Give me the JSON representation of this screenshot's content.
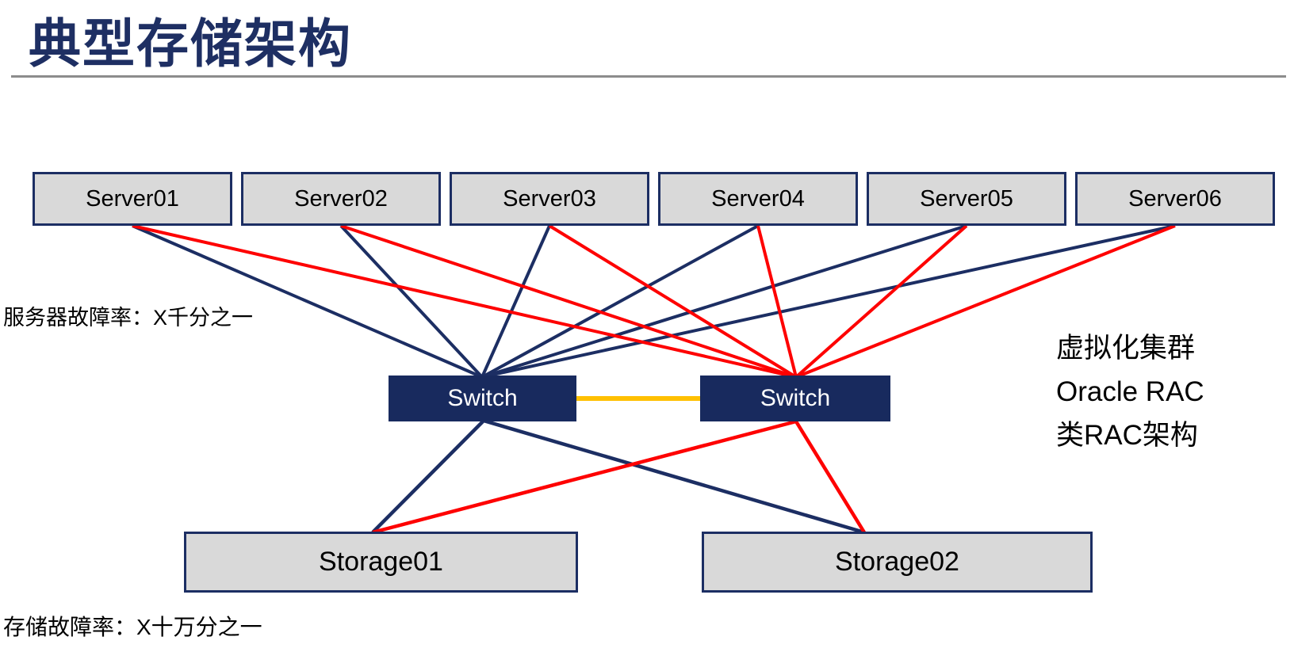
{
  "title": "典型存储架构",
  "colors": {
    "navy": "#1c2e63",
    "red": "#fe0000",
    "gold": "#ffc000",
    "box_fill": "#d9d9d9",
    "switch_fill": "#182a5e",
    "title_color": "#1e2f63",
    "divider_gray": "#8c8c8c"
  },
  "labels": {
    "server_failure_rate": "服务器故障率：X千分之一",
    "storage_failure_rate": "存储故障率：X十万分之一",
    "annotation": [
      "虚拟化集群",
      "Oracle RAC",
      "类RAC架构"
    ]
  },
  "nodes": {
    "servers": [
      {
        "id": "server01",
        "label": "Server01"
      },
      {
        "id": "server02",
        "label": "Server02"
      },
      {
        "id": "server03",
        "label": "Server03"
      },
      {
        "id": "server04",
        "label": "Server04"
      },
      {
        "id": "server05",
        "label": "Server05"
      },
      {
        "id": "server06",
        "label": "Server06"
      }
    ],
    "switches": [
      {
        "id": "switch1",
        "label": "Switch"
      },
      {
        "id": "switch2",
        "label": "Switch"
      }
    ],
    "storages": [
      {
        "id": "storage01",
        "label": "Storage01"
      },
      {
        "id": "storage02",
        "label": "Storage02"
      }
    ]
  },
  "edges": [
    {
      "from": "server01",
      "to": "switch1",
      "color": "navy"
    },
    {
      "from": "server02",
      "to": "switch1",
      "color": "navy"
    },
    {
      "from": "server03",
      "to": "switch1",
      "color": "navy"
    },
    {
      "from": "server04",
      "to": "switch1",
      "color": "navy"
    },
    {
      "from": "server05",
      "to": "switch1",
      "color": "navy"
    },
    {
      "from": "server06",
      "to": "switch1",
      "color": "navy"
    },
    {
      "from": "server01",
      "to": "switch2",
      "color": "red"
    },
    {
      "from": "server02",
      "to": "switch2",
      "color": "red"
    },
    {
      "from": "server03",
      "to": "switch2",
      "color": "red"
    },
    {
      "from": "server04",
      "to": "switch2",
      "color": "red"
    },
    {
      "from": "server05",
      "to": "switch2",
      "color": "red"
    },
    {
      "from": "server06",
      "to": "switch2",
      "color": "red"
    },
    {
      "from": "switch1",
      "to": "switch2",
      "color": "gold"
    },
    {
      "from": "switch1",
      "to": "storage01",
      "color": "navy"
    },
    {
      "from": "switch1",
      "to": "storage02",
      "color": "navy"
    },
    {
      "from": "switch2",
      "to": "storage01",
      "color": "red"
    },
    {
      "from": "switch2",
      "to": "storage02",
      "color": "red"
    }
  ]
}
